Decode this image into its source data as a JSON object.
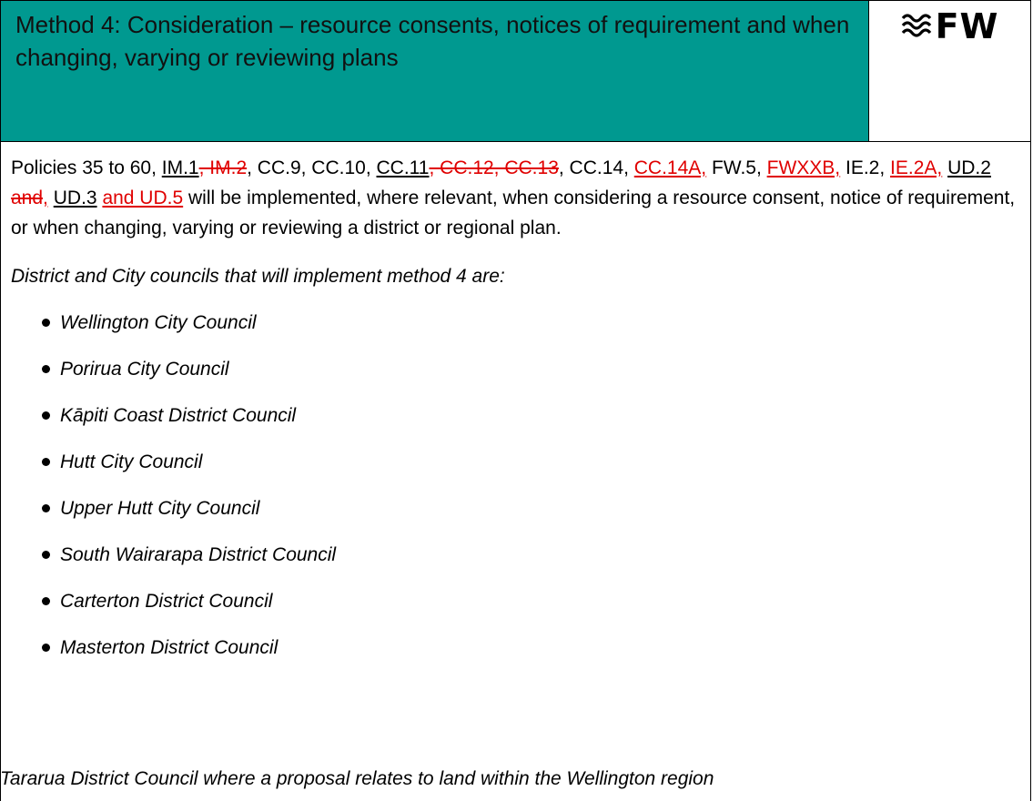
{
  "header": {
    "title": "Method 4: Consideration – resource consents, notices of requirement and when changing, varying or reviewing plans",
    "logo_text": "FW",
    "logo_icon": "waves-icon"
  },
  "body": {
    "policies_segments": [
      {
        "text": "Policies 35 to 60, ",
        "style": "plain"
      },
      {
        "text": "IM.1",
        "style": "underline"
      },
      {
        "text": ", IM.2",
        "style": "deleted"
      },
      {
        "text": ", CC.9, CC.10, ",
        "style": "plain"
      },
      {
        "text": "CC.11",
        "style": "underline"
      },
      {
        "text": ", CC.12, CC.13",
        "style": "deleted"
      },
      {
        "text": ", CC.14, ",
        "style": "plain"
      },
      {
        "text": "CC.14A,",
        "style": "inserted"
      },
      {
        "text": " FW.5, ",
        "style": "plain"
      },
      {
        "text": "FWXXB,",
        "style": "inserted"
      },
      {
        "text": " IE.2, ",
        "style": "plain"
      },
      {
        "text": "IE.2A,",
        "style": "inserted"
      },
      {
        "text": " ",
        "style": "plain"
      },
      {
        "text": "UD.2",
        "style": "underline"
      },
      {
        "text": " and",
        "style": "deleted"
      },
      {
        "text": ",",
        "style": "inserted"
      },
      {
        "text": " ",
        "style": "plain"
      },
      {
        "text": "UD.3",
        "style": "underline"
      },
      {
        "text": " ",
        "style": "plain"
      },
      {
        "text": "and UD.5",
        "style": "inserted"
      },
      {
        "text": " will be implemented, where relevant, when considering a resource consent, notice of requirement, or when changing, varying or reviewing a district or regional plan.",
        "style": "plain"
      }
    ],
    "intro": "District and City councils that will implement method 4 are:",
    "councils": [
      "Wellington City Council",
      "Porirua City Council",
      "Kāpiti Coast District Council",
      "Hutt City Council",
      "Upper Hutt City Council",
      "South Wairarapa District Council",
      "Carterton District Council",
      "Masterton District Council"
    ],
    "footer_note": "Tararua District Council where a proposal relates to land within the Wellington region"
  },
  "colors": {
    "header_bg": "#009990",
    "tracked_change": "#e00000"
  }
}
